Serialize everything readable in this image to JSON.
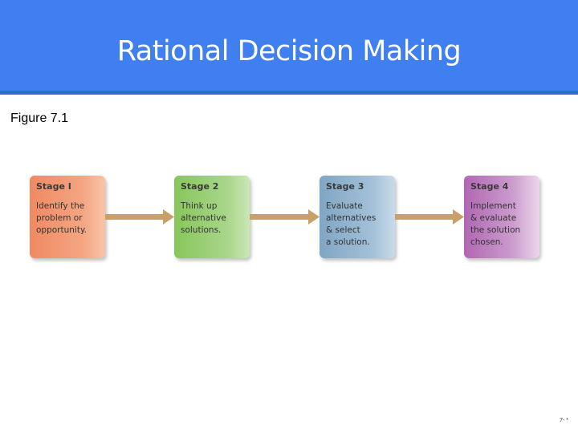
{
  "header": {
    "title": "Rational Decision Making"
  },
  "figure_label": "Figure 7.1",
  "stages": [
    {
      "title": "Stage I",
      "text": "Identify the\nproblem or\nopportunity.",
      "color": "#f4a582"
    },
    {
      "title": "Stage 2",
      "text": "Think up\nalternative\nsolutions.",
      "color": "#a8d68a"
    },
    {
      "title": "Stage 3",
      "text": "Evaluate\nalternatives\n& select\na solution.",
      "color": "#a3c0d8"
    },
    {
      "title": "Stage 4",
      "text": "Implement\n& evaluate\nthe solution\nchosen.",
      "color": "#cc9cce"
    }
  ],
  "arrow_color": "#c9a069",
  "header_color": "#3f7ff0",
  "footer": {
    "page_number": "7- *"
  }
}
